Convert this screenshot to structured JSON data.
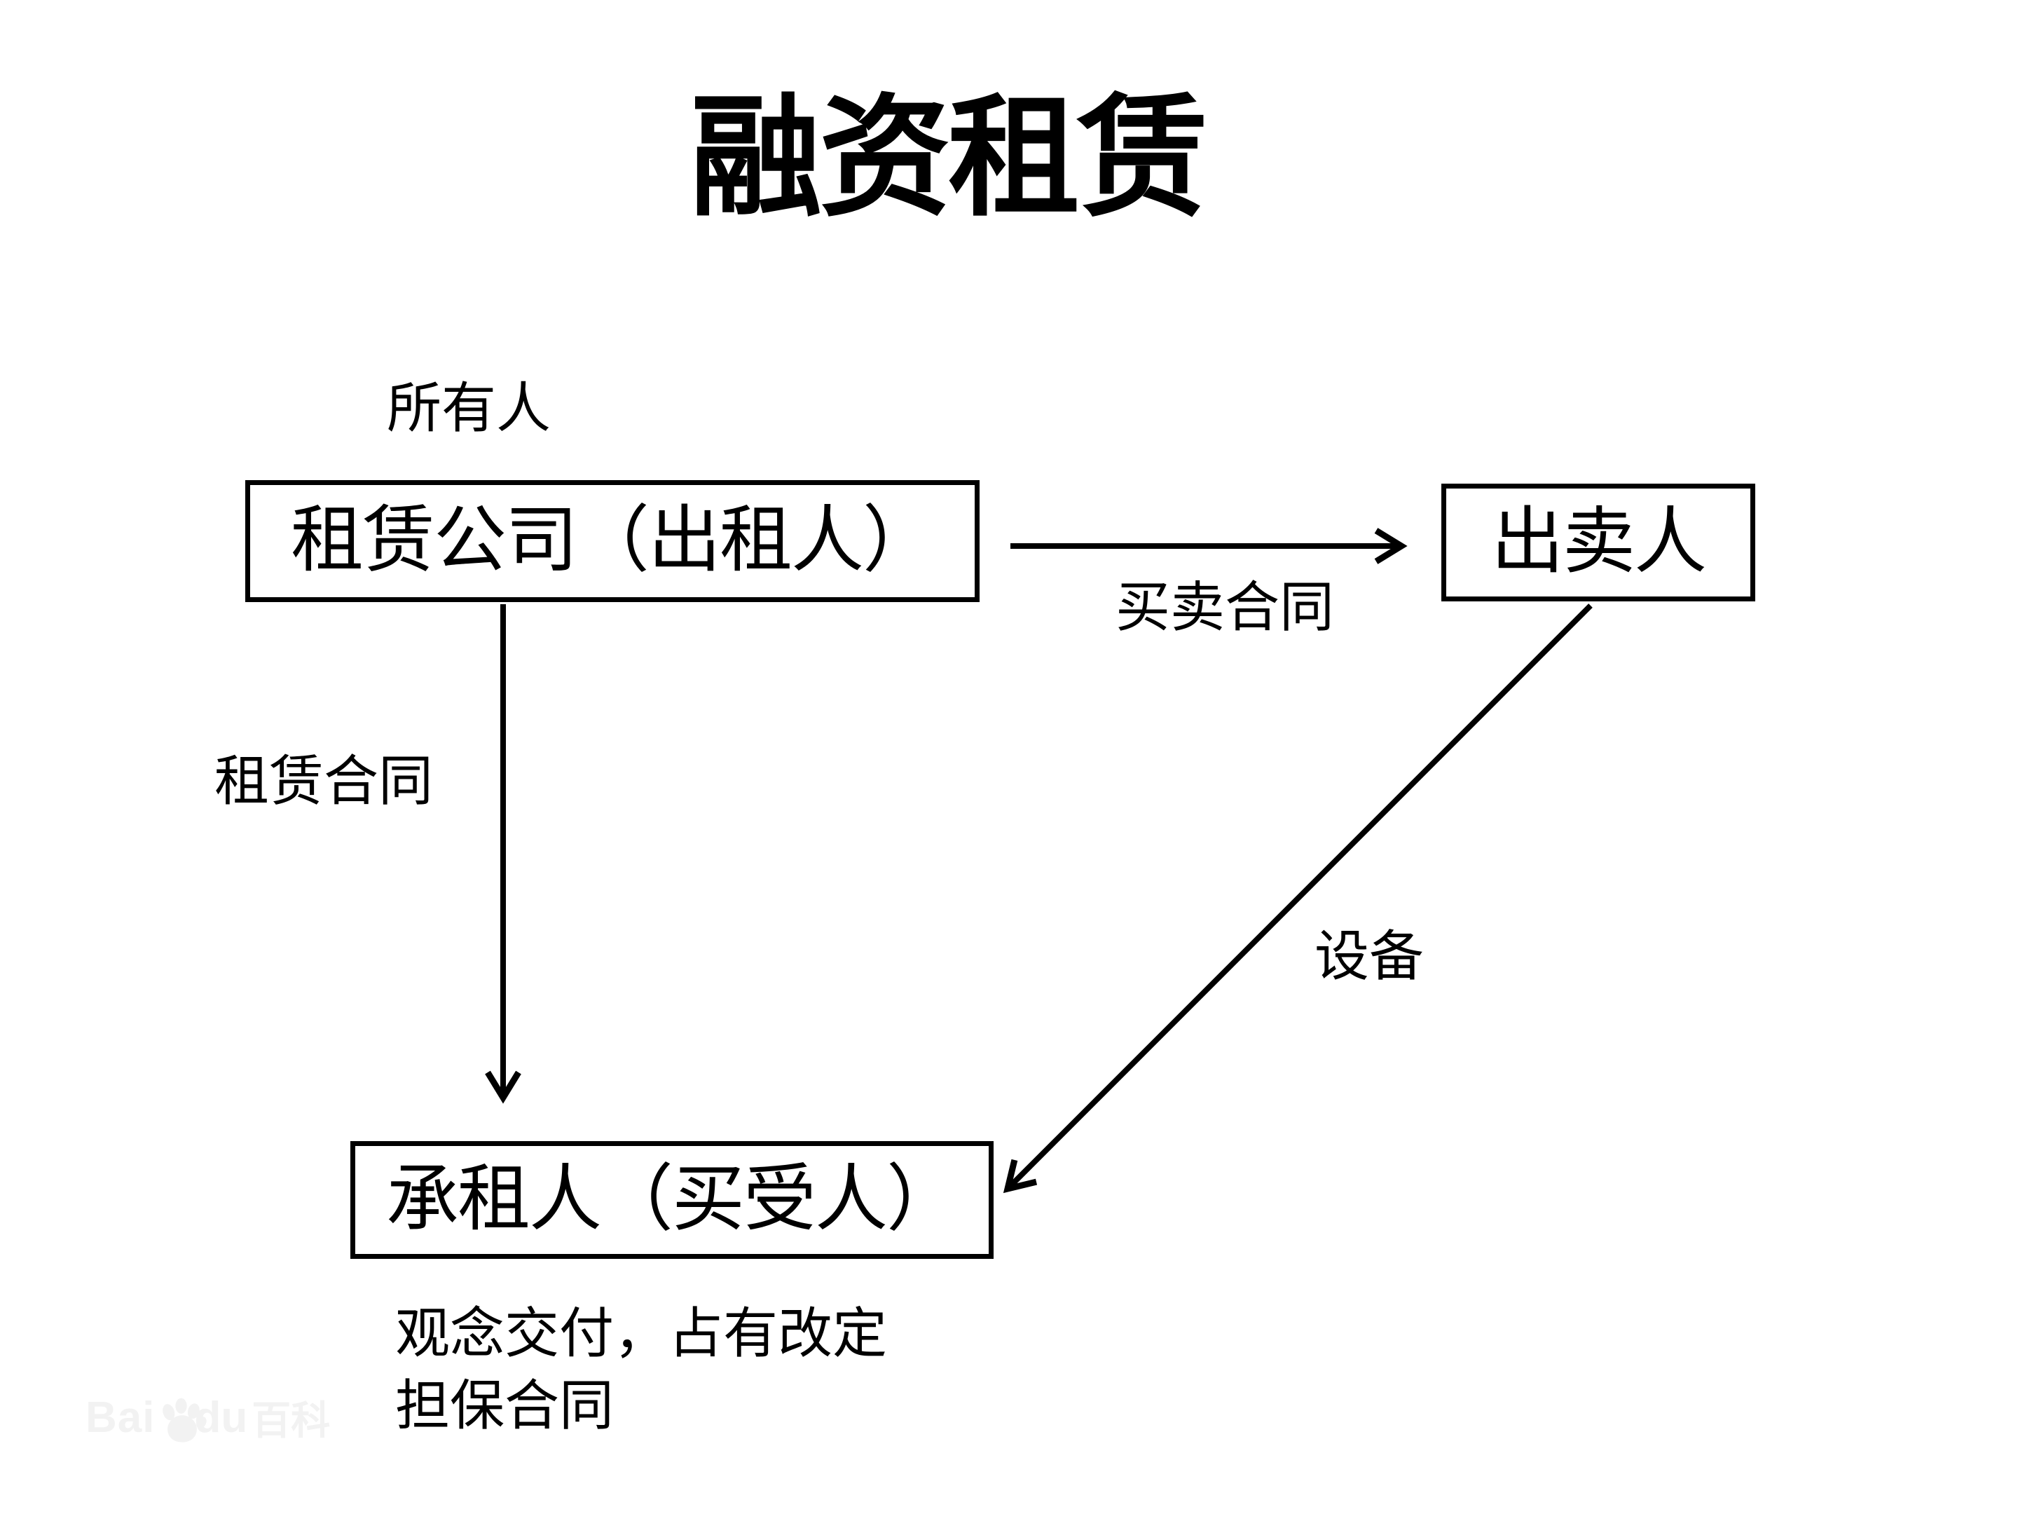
{
  "slide": {
    "title": "融资租赁",
    "background_color": "#ffffff",
    "ink_color": "#000000"
  },
  "nodes": {
    "lessor": {
      "label": "租赁公司（出租人）",
      "annotation": "所有人"
    },
    "seller": {
      "label": "出卖人"
    },
    "lessee": {
      "label": "承租人（买受人）"
    }
  },
  "edges": {
    "sales_contract": {
      "label": "买卖合同",
      "from": "lessor",
      "to": "seller",
      "direction": "right"
    },
    "lease_contract": {
      "label": "租赁合同",
      "from": "lessor",
      "to": "lessee",
      "direction": "down"
    },
    "equipment": {
      "label": "设备",
      "from": "seller",
      "to": "lessee",
      "direction": "down-left"
    }
  },
  "notes": {
    "line1": "观念交付，占有改定",
    "line2": "担保合同"
  },
  "watermark": {
    "prefix": "Bai",
    "suffix": "du",
    "product": "百科",
    "color": "#f2f2f2"
  }
}
